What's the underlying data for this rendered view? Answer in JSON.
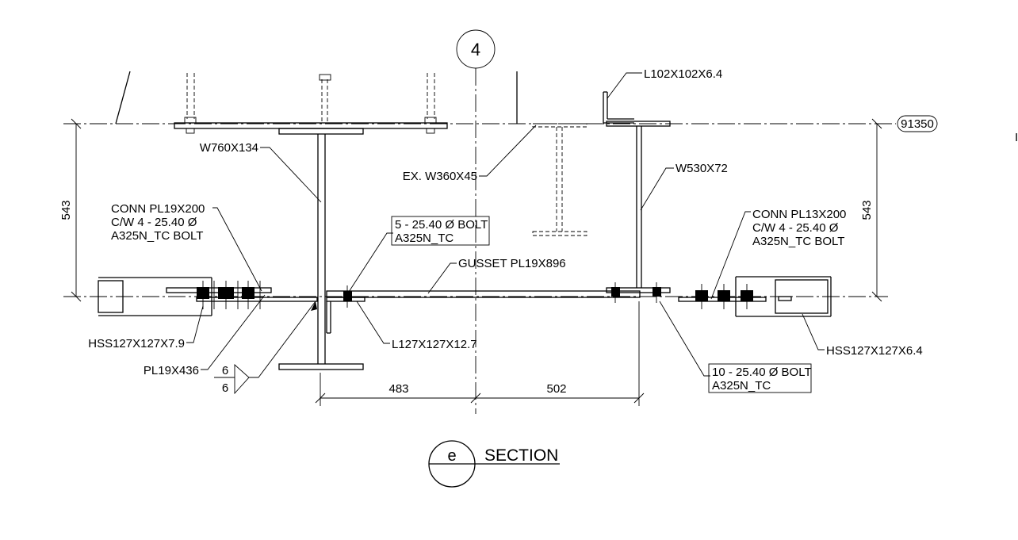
{
  "grid": {
    "marker": "4"
  },
  "elevation": {
    "value": "91350"
  },
  "labels": {
    "l102": "L102X102X6.4",
    "w760": "W760X134",
    "ex_w360": "EX. W360X45",
    "w530": "W530X72",
    "conn_left_1": "CONN  PL19X200",
    "conn_left_2": "C/W 4 - 25.40 Ø",
    "conn_left_3": "A325N_TC BOLT",
    "bolt5_1": "5 - 25.40 Ø BOLT",
    "bolt5_2": "A325N_TC",
    "gusset": "GUSSET  PL19X896",
    "conn_right_1": "CONN  PL13X200",
    "conn_right_2": "C/W 4 - 25.40 Ø",
    "conn_right_3": "A325N_TC BOLT",
    "hss_left": "HSS127X127X7.9",
    "l127": "L127X127X12.7",
    "pl19x436": "PL19X436",
    "weld_top": "6",
    "weld_bottom": "6",
    "bolt10_1": "10 - 25.40 Ø BOLT",
    "bolt10_2": "A325N_TC",
    "hss_right": "HSS127X127X6.4"
  },
  "dimensions": {
    "left_vertical": "543",
    "right_vertical": "543",
    "bottom_left": "483",
    "bottom_right": "502"
  },
  "section": {
    "marker": "e",
    "title": "SECTION"
  }
}
